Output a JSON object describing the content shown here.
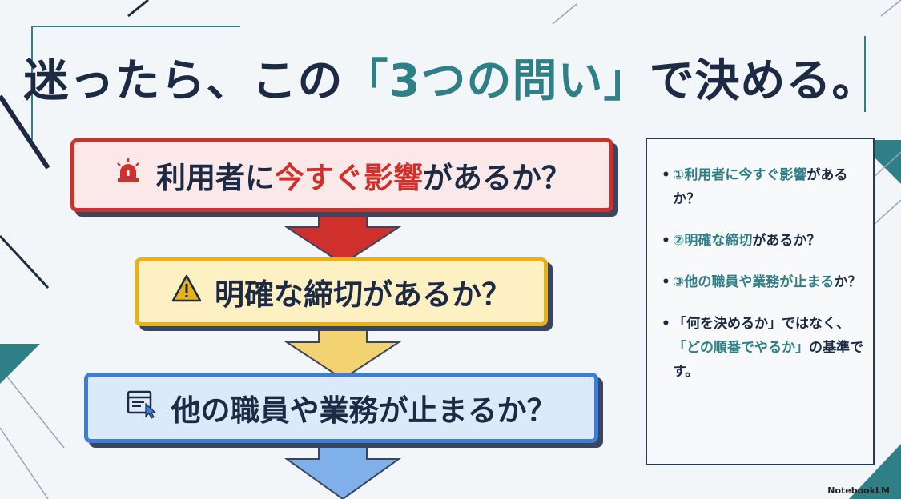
{
  "title": {
    "prefix": "迷ったら、この",
    "highlight": "「3つの問い」",
    "suffix": "で決める。"
  },
  "questions": [
    {
      "icon": "siren-icon",
      "parts": [
        "利用者に",
        "今すぐ影響",
        "があるか？"
      ],
      "color": "#d0302b"
    },
    {
      "icon": "warning-icon",
      "text": "明確な締切があるか？",
      "color": "#e6b21c"
    },
    {
      "icon": "window-click-icon",
      "text": "他の職員や業務が止まるか？",
      "color": "#3b7dd8"
    }
  ],
  "panel": {
    "b1": {
      "num": "①",
      "teal": "利用者に今すぐ影響",
      "rest": "があるか？"
    },
    "b2": {
      "num": "②",
      "teal": "明確な締切",
      "rest": "があるか？"
    },
    "b3": {
      "num": "③",
      "teal": "他の職員や業務が止まる",
      "rest": "か？"
    },
    "b4": {
      "pre": "「何を決めるか」ではなく、",
      "teal": "「どの順番でやるか」",
      "rest": "の基準です。"
    }
  },
  "watermark": "NotebookLM",
  "colors": {
    "navy": "#1c2a44",
    "teal": "#2f7f86",
    "red": "#d0302b",
    "yellow": "#e6b21c",
    "blue": "#3b7dd8"
  }
}
